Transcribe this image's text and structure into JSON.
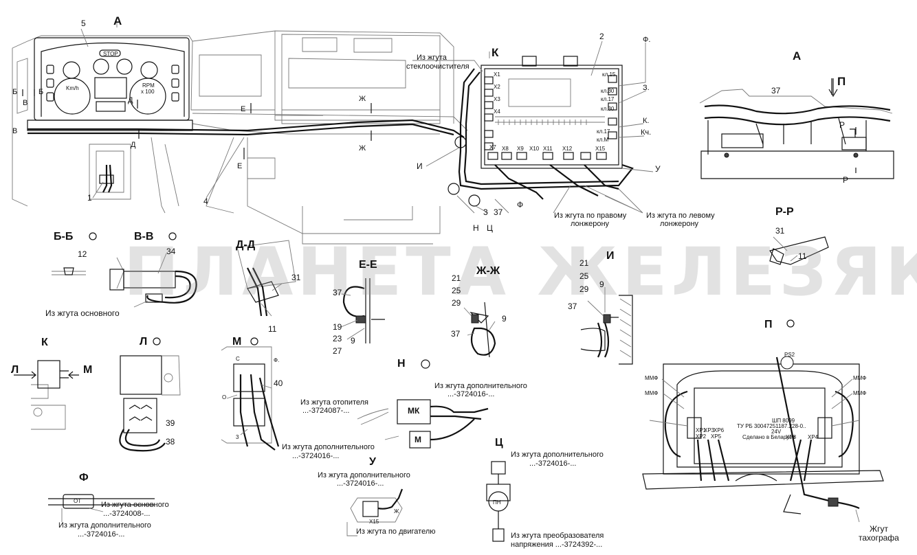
{
  "watermark": "ПЛАНЕТА ЖЕЛЕЗЯКА",
  "views": {
    "A_arrow": "А",
    "K_arrow": "К",
    "A": "А",
    "BB": "Б-Б",
    "VV": "В-В",
    "DD": "Д-Д",
    "EE": "Е-Е",
    "ZhZh": "Ж-Ж",
    "I": "И",
    "RR": "Р-Р",
    "K": "К",
    "L": "Л",
    "M": "М",
    "N": "Н",
    "P": "П",
    "U": "У",
    "Ts": "Ц",
    "F": "Ф"
  },
  "numbers": {
    "n1": "1",
    "n2": "2",
    "n3": "3",
    "n4": "4",
    "n5": "5",
    "n9": "9",
    "n11": "11",
    "n12": "12",
    "n19": "19",
    "n21": "21",
    "n23": "23",
    "n25": "25",
    "n27": "27",
    "n29": "29",
    "n31": "31",
    "n34": "34",
    "n37": "37",
    "n38": "38",
    "n39": "39",
    "n40": "40"
  },
  "section_marks": {
    "B": "Б",
    "V": "В",
    "D": "Д",
    "E": "Е",
    "Zh": "Ж",
    "R": "Р",
    "P": "П",
    "H": "Н",
    "C": "Ц",
    "F": "Ф",
    "U": "У",
    "I": "И",
    "F_dot": "Ф.",
    "Z_dot": "З.",
    "K_dot": "К.",
    "Kch": "Кч.",
    "L": "Л",
    "M": "М",
    "S": "С",
    "O": "О"
  },
  "callouts": {
    "wiper": "Из жгута",
    "wiper2": "стеклоочистителя",
    "right_member": "Из жгута по правому",
    "right_member2": "лонжерону",
    "left_member": "Из жгута по левому",
    "left_member2": "лонжерону",
    "main_harness": "Из жгута основного",
    "additional_m": "Из жгута дополнительного",
    "additional_m_code": "...-3724016-...",
    "heater": "Из жгута отопителя",
    "heater_code": "...-3724087-...",
    "additional_n": "Из жгута дополнительного",
    "additional_n_code": "...-3724016-...",
    "additional_u": "Из жгута дополнительного",
    "additional_u_code": "...-3724016-...",
    "engine": "Из жгута по двигателю",
    "additional_ts": "Из жгута дополнительного",
    "additional_ts_code": "...-3724016-...",
    "converter": "Из жгута преобразователя",
    "converter2": "напряжения ...-3724392-...",
    "main_f": "Из жгута основного",
    "main_f_code": "...-3724008-...",
    "additional_f": "Из жгута дополнительного",
    "additional_f_code": "...-3724016-...",
    "tachograph": "Жгут",
    "tachograph2": "тахографа"
  },
  "connectors": {
    "MK": "МК",
    "M": "М",
    "PN": "ПН",
    "X15": "X15",
    "ZhU": "Ж",
    "OT": "ОТ"
  },
  "dashboard": {
    "stop": "STOP",
    "kmh": "Km/h",
    "rpm": "RPM",
    "x100": "x 100"
  },
  "fusebox": {
    "x1": "X1",
    "x2": "X2",
    "x3": "X3",
    "x4": "X4",
    "x7": "X7",
    "x8": "X8",
    "x9": "X9",
    "x10": "X10",
    "x11": "X11",
    "x12": "X12",
    "x15": "X15",
    "kl15": "кл.15",
    "kl30": "кл.30",
    "kl17": "кл.17",
    "klM": "кл.М"
  },
  "tachograph_plate": {
    "line1": "ШП 8099",
    "line2": "ТУ РБ 30047251187.228-0..",
    "line3": "24V",
    "line4": "Сделано в Беларуси",
    "ps2": "PS2",
    "xp1": "XP1",
    "xp2": "XP2",
    "xp3": "XP3",
    "xp5": "XP5",
    "xp6": "XP6",
    "xp4": "XP4",
    "xp8": "XP8",
    "mfm1": "ММФ",
    "mfm2": "ММФ",
    "mfm3": "ММФ",
    "mfm4": "ММФ"
  }
}
